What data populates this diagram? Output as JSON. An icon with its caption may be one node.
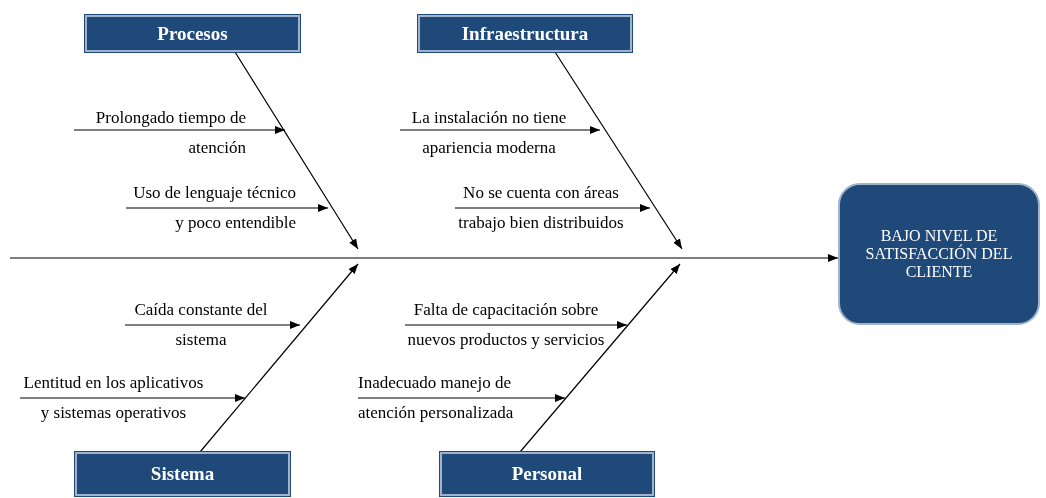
{
  "diagram": {
    "nodes": [
      {
        "text": [
          "Procesos"
        ]
      },
      {
        "text": [
          "Infraestructura"
        ]
      },
      {
        "text": [
          "BAJO NIVEL DE SATISFACCIÓN DEL CLIENTE"
        ]
      },
      {
        "text": [
          "Sistema"
        ]
      },
      {
        "text": [
          "Personal"
        ]
      },
      {
        "text": [
          "Prolongado tiempo de atención"
        ]
      },
      {
        "text": [
          "Uso de lenguaje técnico y poco entendible"
        ]
      },
      {
        "text": [
          "La instalación no tiene apariencia moderna"
        ]
      },
      {
        "text": [
          "No se cuenta con áreas trabajo bien distribuidos"
        ]
      },
      {
        "text": [
          "Caída constante del sistema"
        ]
      },
      {
        "text": [
          "Lentitud en los aplicativos y sistemas operativos"
        ]
      },
      {
        "text": [
          "Falta de capacitación sobre nuevos productos y servicios"
        ]
      },
      {
        "text": [
          "Inadecuado manejo de atención personalizada"
        ]
      }
    ],
    "edges": [
      {
        "from": null,
        "to": 2,
        "arrow": "to"
      },
      {
        "from": 0,
        "to": null,
        "arrow": "to"
      },
      {
        "from": 1,
        "to": null,
        "arrow": "to"
      },
      {
        "from": 3,
        "to": null,
        "arrow": "to"
      },
      {
        "from": 4,
        "to": null,
        "arrow": "to"
      },
      {
        "from": 5,
        "to": null,
        "arrow": "to"
      },
      {
        "from": 6,
        "to": null,
        "arrow": "to"
      },
      {
        "from": 7,
        "to": null,
        "arrow": "to"
      },
      {
        "from": 8,
        "to": null,
        "arrow": "to"
      },
      {
        "from": 9,
        "to": null,
        "arrow": "to"
      },
      {
        "from": 10,
        "to": null,
        "arrow": "to"
      },
      {
        "from": 11,
        "to": null,
        "arrow": "to"
      },
      {
        "from": 12,
        "to": null,
        "arrow": "to"
      }
    ]
  }
}
